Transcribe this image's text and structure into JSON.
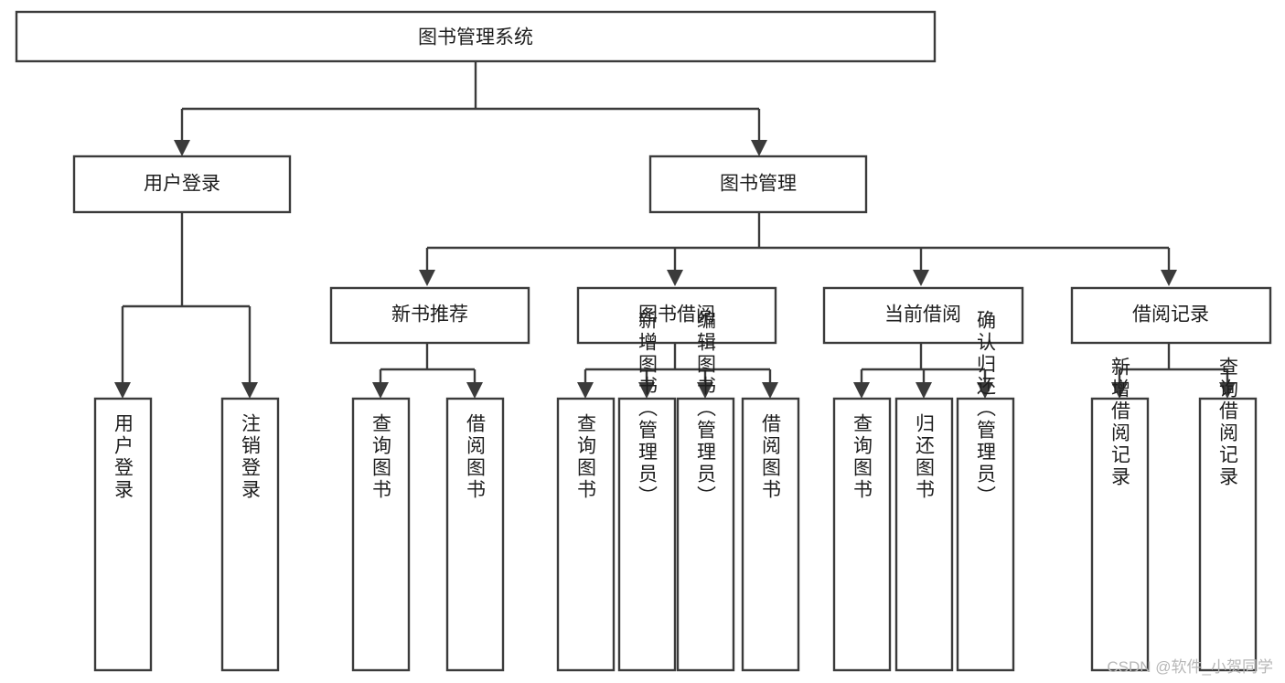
{
  "diagram": {
    "type": "tree-hierarchy-chart",
    "title": "图书管理系统",
    "root": {
      "id": "root",
      "label": "图书管理系统",
      "orientation": "horizontal"
    },
    "level2": [
      {
        "id": "user-login",
        "label": "用户登录",
        "orientation": "horizontal"
      },
      {
        "id": "book-management",
        "label": "图书管理",
        "orientation": "horizontal"
      }
    ],
    "level3": [
      {
        "id": "new-book-recommend",
        "label": "新书推荐",
        "orientation": "horizontal",
        "parent": "book-management"
      },
      {
        "id": "book-borrow",
        "label": "图书借阅",
        "orientation": "horizontal",
        "parent": "book-management"
      },
      {
        "id": "current-borrow",
        "label": "当前借阅",
        "orientation": "horizontal",
        "parent": "book-management"
      },
      {
        "id": "borrow-record",
        "label": "借阅记录",
        "orientation": "horizontal",
        "parent": "book-management"
      }
    ],
    "leaves": {
      "user-login": [
        {
          "id": "leaf-user-login",
          "label": "用户登录",
          "orientation": "vertical"
        },
        {
          "id": "leaf-logout-login",
          "label": "注销登录",
          "orientation": "vertical"
        }
      ],
      "new-book-recommend": [
        {
          "id": "leaf-query-book-1",
          "label": "查询图书",
          "orientation": "vertical"
        },
        {
          "id": "leaf-borrow-book-1",
          "label": "借阅图书",
          "orientation": "vertical"
        }
      ],
      "book-borrow": [
        {
          "id": "leaf-query-book-2",
          "label": "查询图书",
          "orientation": "vertical"
        },
        {
          "id": "leaf-add-book",
          "label": "新增图书（管理员）",
          "orientation": "vertical"
        },
        {
          "id": "leaf-edit-book",
          "label": "编辑图书（管理员）",
          "orientation": "vertical"
        },
        {
          "id": "leaf-borrow-book-2",
          "label": "借阅图书",
          "orientation": "vertical"
        }
      ],
      "current-borrow": [
        {
          "id": "leaf-query-book-3",
          "label": "查询图书",
          "orientation": "vertical"
        },
        {
          "id": "leaf-return-book",
          "label": "归还图书",
          "orientation": "vertical"
        },
        {
          "id": "leaf-confirm-return",
          "label": "确认归还（管理员）",
          "orientation": "vertical"
        }
      ],
      "borrow-record": [
        {
          "id": "leaf-add-borrow-record",
          "label": "新增借阅记录",
          "orientation": "vertical"
        },
        {
          "id": "leaf-query-borrow-record",
          "label": "查询借阅记录",
          "orientation": "vertical"
        }
      ]
    }
  },
  "watermark": {
    "text": "CSDN @软件_小贺同学"
  },
  "colors": {
    "stroke": "#3b3b3b",
    "box_fill": "#ffffff",
    "text": "#1d1d1d",
    "background": "#ffffff",
    "watermark": "#b7b7b7"
  }
}
